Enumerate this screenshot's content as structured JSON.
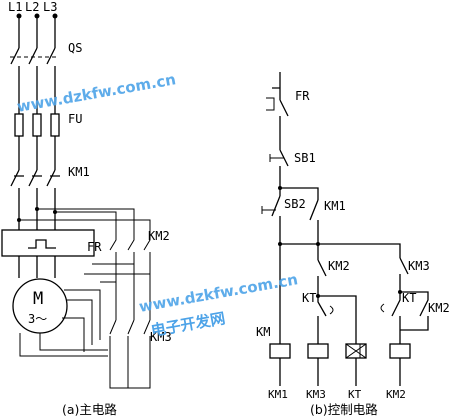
{
  "labels": {
    "l1": "L1",
    "l2": "L2",
    "l3": "L3",
    "qs": "QS",
    "fu": "FU",
    "km1_main": "KM1",
    "km2_main": "KM2",
    "km3_main": "KM3",
    "fr_main": "FR",
    "motor": "M",
    "motor_phase": "3～",
    "fr_ctrl": "FR",
    "sb1": "SB1",
    "sb2": "SB2",
    "km1_hold": "KM1",
    "km2_nc": "KM2",
    "km3_nc": "KM3",
    "kt_a": "KT",
    "kt_b": "KT",
    "km2_par": "KM2",
    "km_coil": "KM",
    "coil_km1": "KM1",
    "coil_km3": "KM3",
    "coil_kt": "KT",
    "coil_km2": "KM2"
  },
  "captions": {
    "main": "(a)主电路",
    "control": "(b)控制电路"
  },
  "watermarks": {
    "top": "www.dzkfw.com.cn",
    "middle": "www.dzkfw.com.cn",
    "chinese": "电子开发网"
  },
  "colors": {
    "line": "#000000",
    "watermark": "#4da3e8"
  }
}
